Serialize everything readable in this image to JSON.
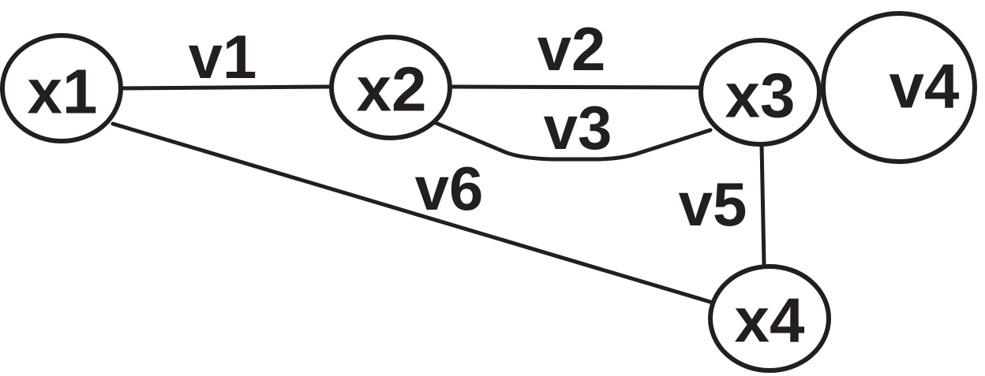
{
  "diagram": {
    "nodes": {
      "x1": {
        "label": "x1"
      },
      "x2": {
        "label": "x2"
      },
      "x3": {
        "label": "x3"
      },
      "x4": {
        "label": "x4"
      },
      "v4": {
        "label": "v4"
      }
    },
    "edges": {
      "v1": {
        "label": "v1",
        "from": "x1",
        "to": "x2"
      },
      "v2": {
        "label": "v2",
        "from": "x2",
        "to": "x3"
      },
      "v3": {
        "label": "v3",
        "from": "x2",
        "to": "x3"
      },
      "v5": {
        "label": "v5",
        "from": "x3",
        "to": "x4"
      },
      "v6": {
        "label": "v6",
        "from": "x1",
        "to": "x4"
      }
    },
    "colors": {
      "stroke": "#231f20",
      "background": "#ffffff"
    }
  }
}
